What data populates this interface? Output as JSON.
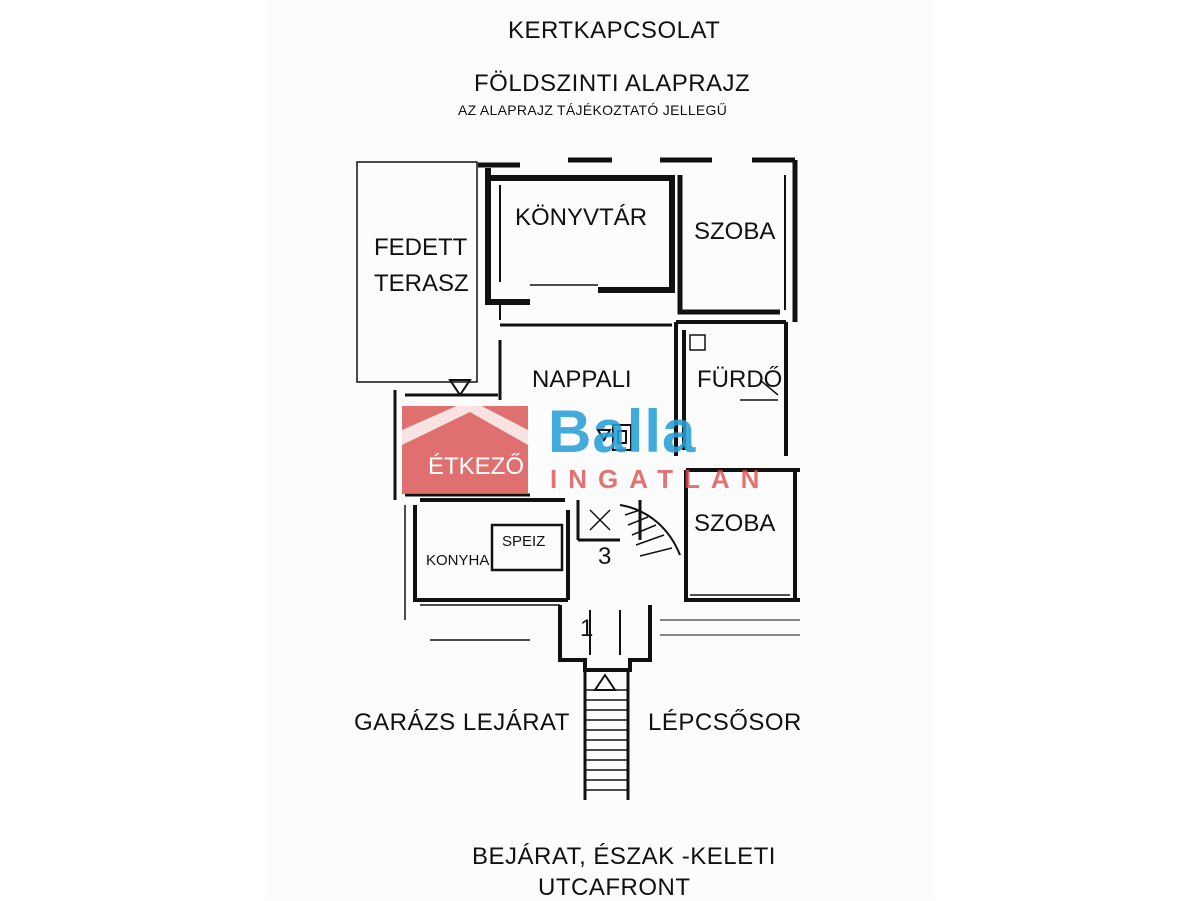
{
  "header": {
    "garden_link": "KERTKAPCSOLAT",
    "plan_title": "FÖLDSZINTI ALAPRAJZ",
    "plan_subtitle": "AZ ALAPRAJZ TÁJÉKOZTATÓ JELLEGŰ"
  },
  "rooms": {
    "library": "KÖNYVTÁR",
    "room_top": "SZOBA",
    "covered_terrace_1": "FEDETT",
    "covered_terrace_2": "TERASZ",
    "living_room": "NAPPALI",
    "bathroom": "FÜRDŐ",
    "dining": "ÉTKEZŐ",
    "room_bottom": "SZOBA",
    "pantry": "SPEIZ",
    "kitchen": "KONYHA"
  },
  "annotations": {
    "garage_ramp": "GARÁZS LEJÁRAT",
    "stairs": "LÉPCSŐSOR",
    "entrance": "BEJÁRAT, ÉSZAK -KELETI",
    "street_front": "UTCAFRONT",
    "stair_num_a": "3",
    "stair_num_b": "1"
  },
  "watermark": {
    "brand": "Balla",
    "sub": "INGATLAN",
    "brand_color": "#2a9fd8",
    "accent_color": "#e05050"
  }
}
